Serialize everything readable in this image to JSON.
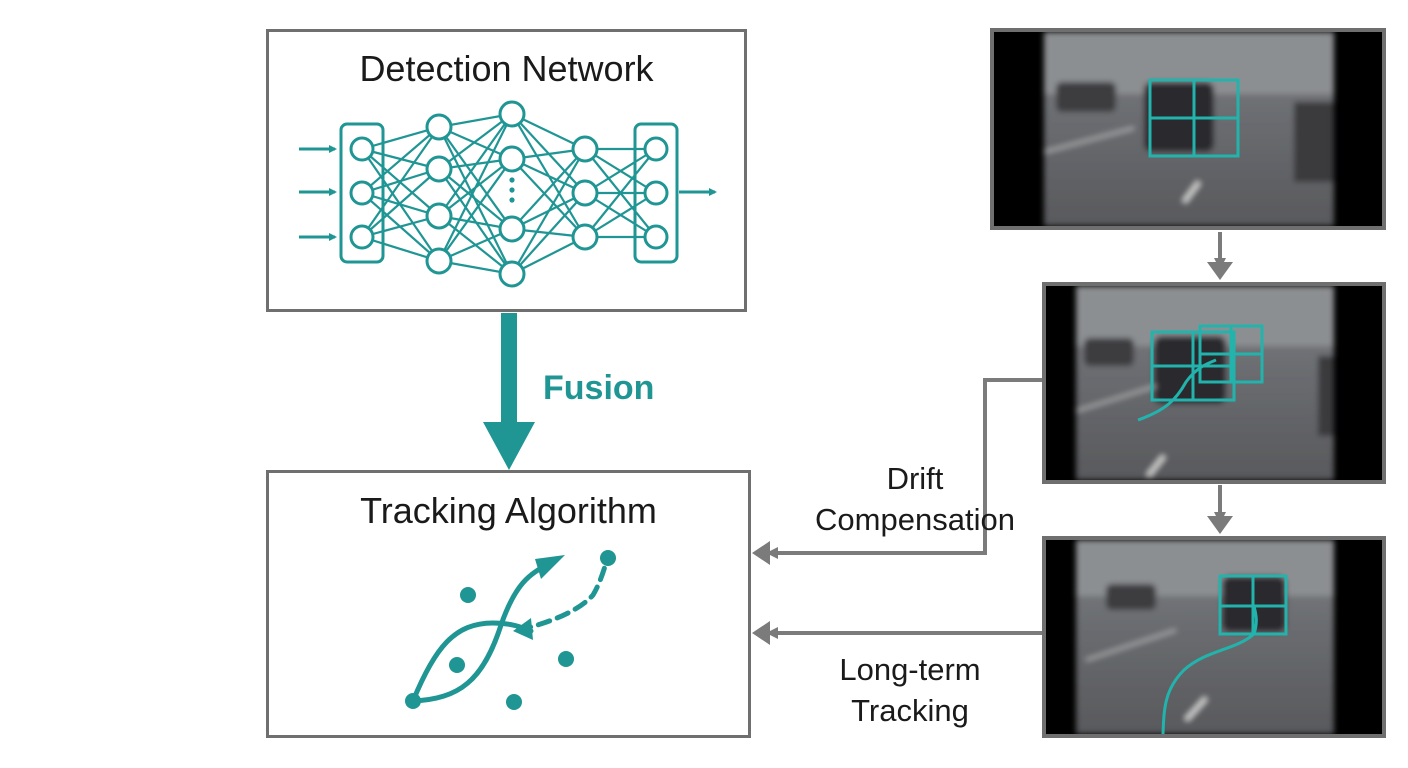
{
  "detection": {
    "title": "Detection Network"
  },
  "tracking": {
    "title": "Tracking Algorithm"
  },
  "fusion": {
    "label": "Fusion"
  },
  "drift": {
    "line1": "Drift",
    "line2": "Compensation"
  },
  "longterm": {
    "line1": "Long-term",
    "line2": "Tracking"
  },
  "colors": {
    "teal": "#1f9594",
    "arrow_gray": "#7b7b7b",
    "border_gray": "#6f6f6f"
  },
  "icons": [
    "neural-network-icon",
    "trajectory-icon",
    "bounding-box-icon"
  ]
}
